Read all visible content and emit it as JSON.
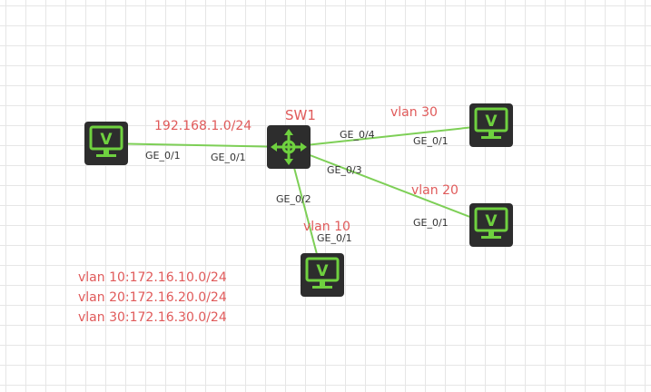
{
  "colors": {
    "link": "#7dcf56",
    "label_red": "#e05a5a",
    "port_text": "#333333",
    "device_bg": "#2d2d2d",
    "device_accent": "#6fd13f"
  },
  "icons": {
    "pc": "monitor-v-icon",
    "switch": "switch-arrows-icon"
  },
  "switch": {
    "label": "SW1"
  },
  "labels": {
    "net_192": "192.168.1.0/24",
    "vlan30": "vlan 30",
    "vlan20": "vlan 20",
    "vlan10": "vlan 10"
  },
  "ports": {
    "pc_left_port": "GE_0/1",
    "sw_port_1": "GE_0/1",
    "sw_port_2": "GE_0/2",
    "sw_port_3": "GE_0/3",
    "sw_port_4": "GE_0/4",
    "pc_v30_port": "GE_0/1",
    "pc_v20_port": "GE_0/1",
    "pc_v10_port": "GE_0/1"
  },
  "notes": [
    "vlan 10:172.16.10.0/24",
    "vlan 20:172.16.20.0/24",
    "vlan 30:172.16.30.0/24"
  ]
}
